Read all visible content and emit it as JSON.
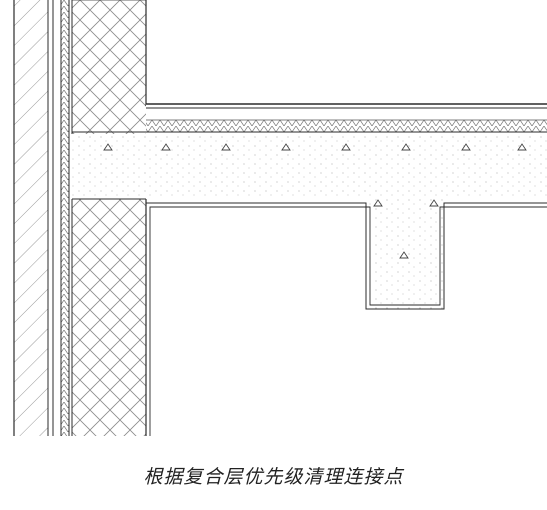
{
  "caption": "根据复合层优先级清理连接点",
  "colors": {
    "line": "#2b2b2b",
    "hatch": "#8a8a8a",
    "concrete_fill": "#f6f6f6",
    "insulation_fill": "#ffffff"
  },
  "icons": {
    "concrete_aggregate": "triangle-marker",
    "insulation": "cross-hatch"
  }
}
